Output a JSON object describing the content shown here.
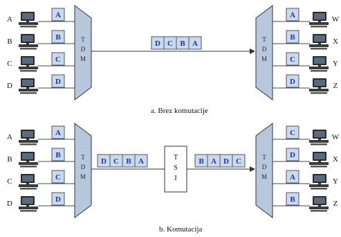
{
  "colors": {
    "slot_fill": "#c9d9ef",
    "slot_text": "#1f2fa8",
    "mux_fill": "#b9c7dc",
    "line": "#444444"
  },
  "icons": [
    "computer-icon"
  ],
  "panel_a": {
    "caption": "a. Brez komutacije",
    "left_labels": [
      "A",
      "B",
      "C",
      "D"
    ],
    "left_slots": [
      "A",
      "B",
      "C",
      "D"
    ],
    "right_labels": [
      "W",
      "X",
      "Y",
      "Z"
    ],
    "right_slots": [
      "A",
      "B",
      "C",
      "D"
    ],
    "mux_left": [
      "T",
      "D",
      "M"
    ],
    "mux_right": [
      "T",
      "D",
      "M"
    ],
    "frame": [
      "D",
      "C",
      "B",
      "A"
    ]
  },
  "panel_b": {
    "caption": "b. Komutacija",
    "left_labels": [
      "A",
      "B",
      "C",
      "D"
    ],
    "left_slots": [
      "A",
      "B",
      "C",
      "D"
    ],
    "right_labels": [
      "W",
      "X",
      "Y",
      "Z"
    ],
    "right_slots": [
      "C",
      "D",
      "A",
      "B"
    ],
    "mux_left": [
      "T",
      "D",
      "M"
    ],
    "mux_right": [
      "T",
      "D",
      "M"
    ],
    "frame_in": [
      "D",
      "C",
      "B",
      "A"
    ],
    "tsi": [
      "T",
      "S",
      "I"
    ],
    "frame_out": [
      "B",
      "A",
      "D",
      "C"
    ]
  }
}
